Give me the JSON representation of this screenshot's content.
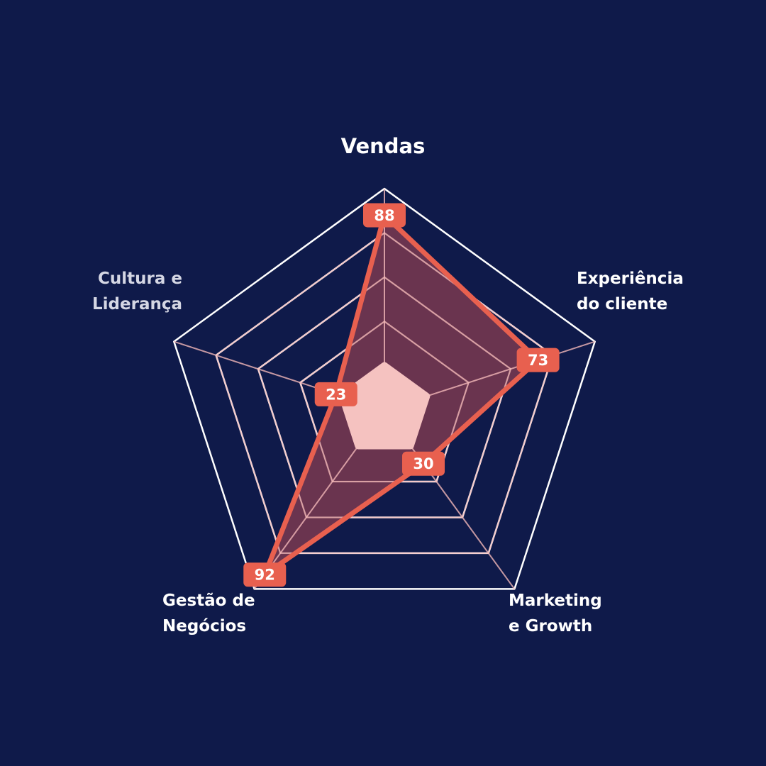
{
  "chart_data": {
    "type": "radar",
    "axes": [
      {
        "label_lines": [
          "Vendas"
        ]
      },
      {
        "label_lines": [
          "Experiência",
          "do cliente"
        ]
      },
      {
        "label_lines": [
          "Marketing",
          "e Growth"
        ]
      },
      {
        "label_lines": [
          "Gestão de",
          "Negócios"
        ]
      },
      {
        "label_lines": [
          "Cultura e",
          "Liderança"
        ]
      }
    ],
    "series": [
      {
        "values": [
          88,
          73,
          30,
          92,
          23
        ]
      }
    ],
    "range": [
      0,
      100
    ],
    "grid_levels": [
      20,
      40,
      60,
      80,
      100
    ],
    "colors": {
      "background": "#0f1a4a",
      "grid": "#ffffff",
      "inner_grid": "#f2b8b8",
      "series_stroke": "#e8604f",
      "series_fill": "#7a3a50",
      "badge": "#e8604f",
      "center": "#f5c2c0"
    }
  }
}
